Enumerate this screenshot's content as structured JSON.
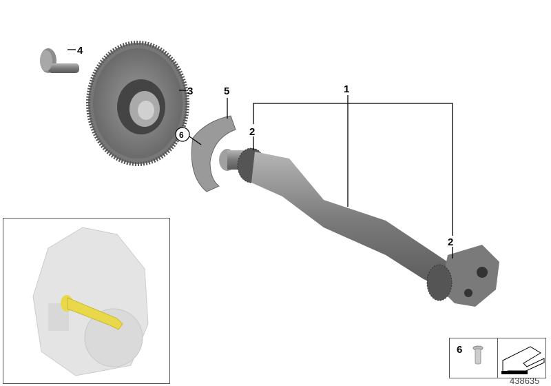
{
  "diagram": {
    "callouts": [
      {
        "id": "1",
        "label": "1"
      },
      {
        "id": "2a",
        "label": "2"
      },
      {
        "id": "2b",
        "label": "2"
      },
      {
        "id": "3",
        "label": "3"
      },
      {
        "id": "4",
        "label": "4"
      },
      {
        "id": "5",
        "label": "5"
      },
      {
        "id": "6",
        "label": "6"
      }
    ],
    "legend_box": {
      "label": "6"
    },
    "diagram_number": "438635",
    "colors": {
      "highlight": "#e8d84a",
      "part": "#8a8a8a",
      "engine": "#e4e4e4"
    }
  }
}
